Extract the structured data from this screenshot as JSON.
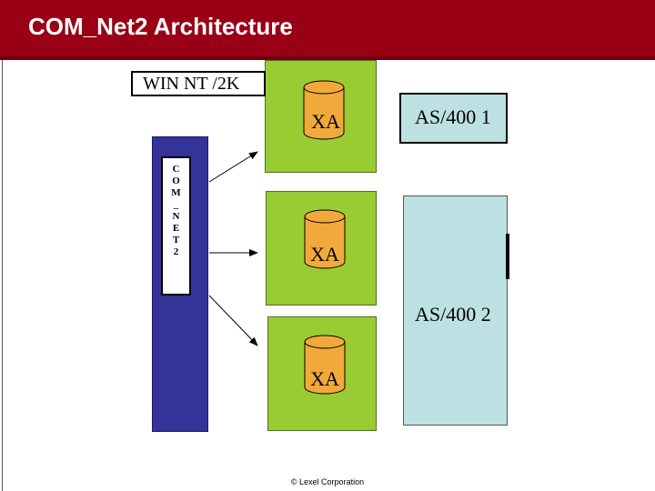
{
  "header": {
    "title": "COM_Net2  Architecture",
    "color": "#990016"
  },
  "diagram": {
    "host_label": "WIN NT /2K",
    "component_lines": [
      "C",
      "O",
      "M",
      "_",
      "N",
      "E",
      "T",
      "2"
    ],
    "xa_labels": [
      "XA",
      "XA",
      "XA"
    ],
    "as400_1_label": "AS/400 1",
    "as400_2_label": "AS/400 2",
    "colors": {
      "green": "#99cc33",
      "blue": "#333399",
      "cylinder": "#f2a93b",
      "as400": "#bde0e3"
    }
  },
  "footer": {
    "text": "© Lexel Corporation"
  }
}
